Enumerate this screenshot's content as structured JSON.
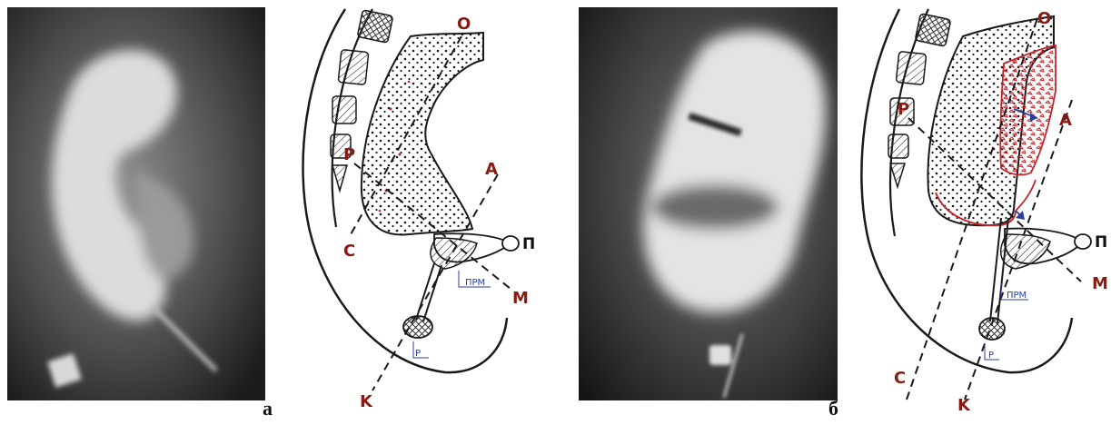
{
  "figure": {
    "panel_a": {
      "caption": "а",
      "labels": {
        "O": "O",
        "P": "P",
        "A": "A",
        "C": "C",
        "M": "M",
        "K": "K",
        "Pi": "П",
        "PRM": "ПРМ",
        "R": "Р"
      }
    },
    "panel_b": {
      "caption": "б",
      "labels": {
        "O": "O",
        "P": "P",
        "A": "A",
        "C": "C",
        "M": "M",
        "K": "K",
        "Pi": "П",
        "PRM": "ПРМ",
        "R": "Р"
      }
    }
  },
  "colors": {
    "ink": "#1a1a1a",
    "red_annotation": "#c0272d",
    "blue_annotation": "#2a3fa0",
    "xray_dark": "#1b1b1b",
    "xray_light": "#e6e6e6"
  }
}
